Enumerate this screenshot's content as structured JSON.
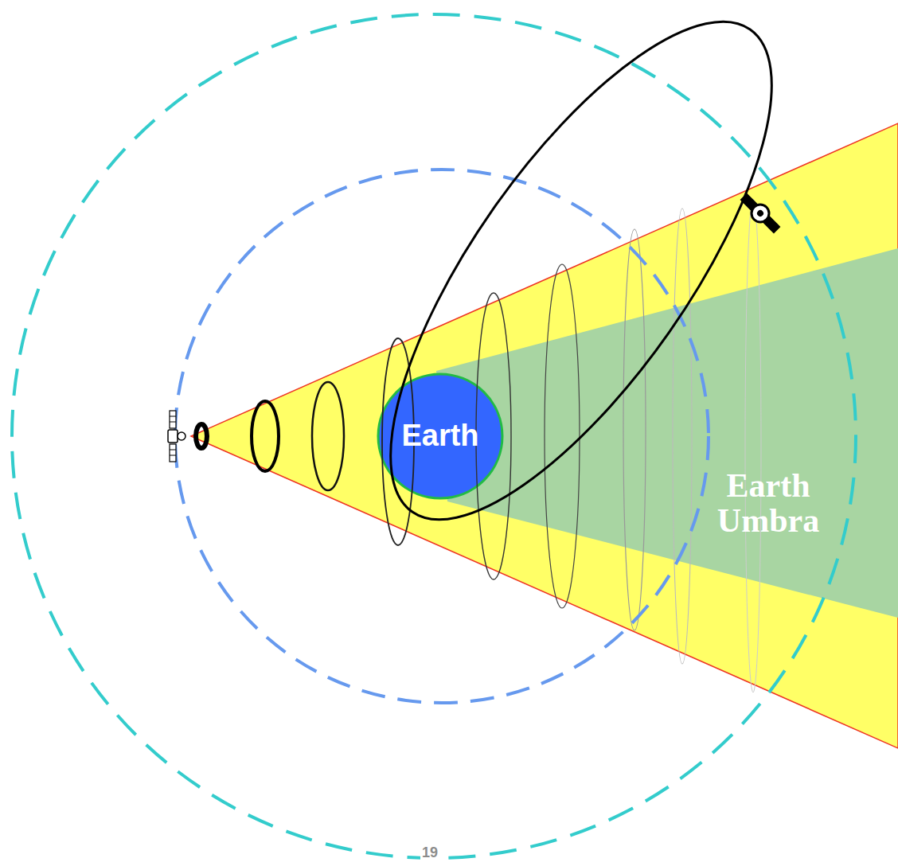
{
  "diagram": {
    "nodes": [
      {
        "text": [
          "Earth Umbra"
        ]
      },
      {
        "text": [
          "Earth"
        ]
      }
    ],
    "labels": [
      "19"
    ]
  }
}
